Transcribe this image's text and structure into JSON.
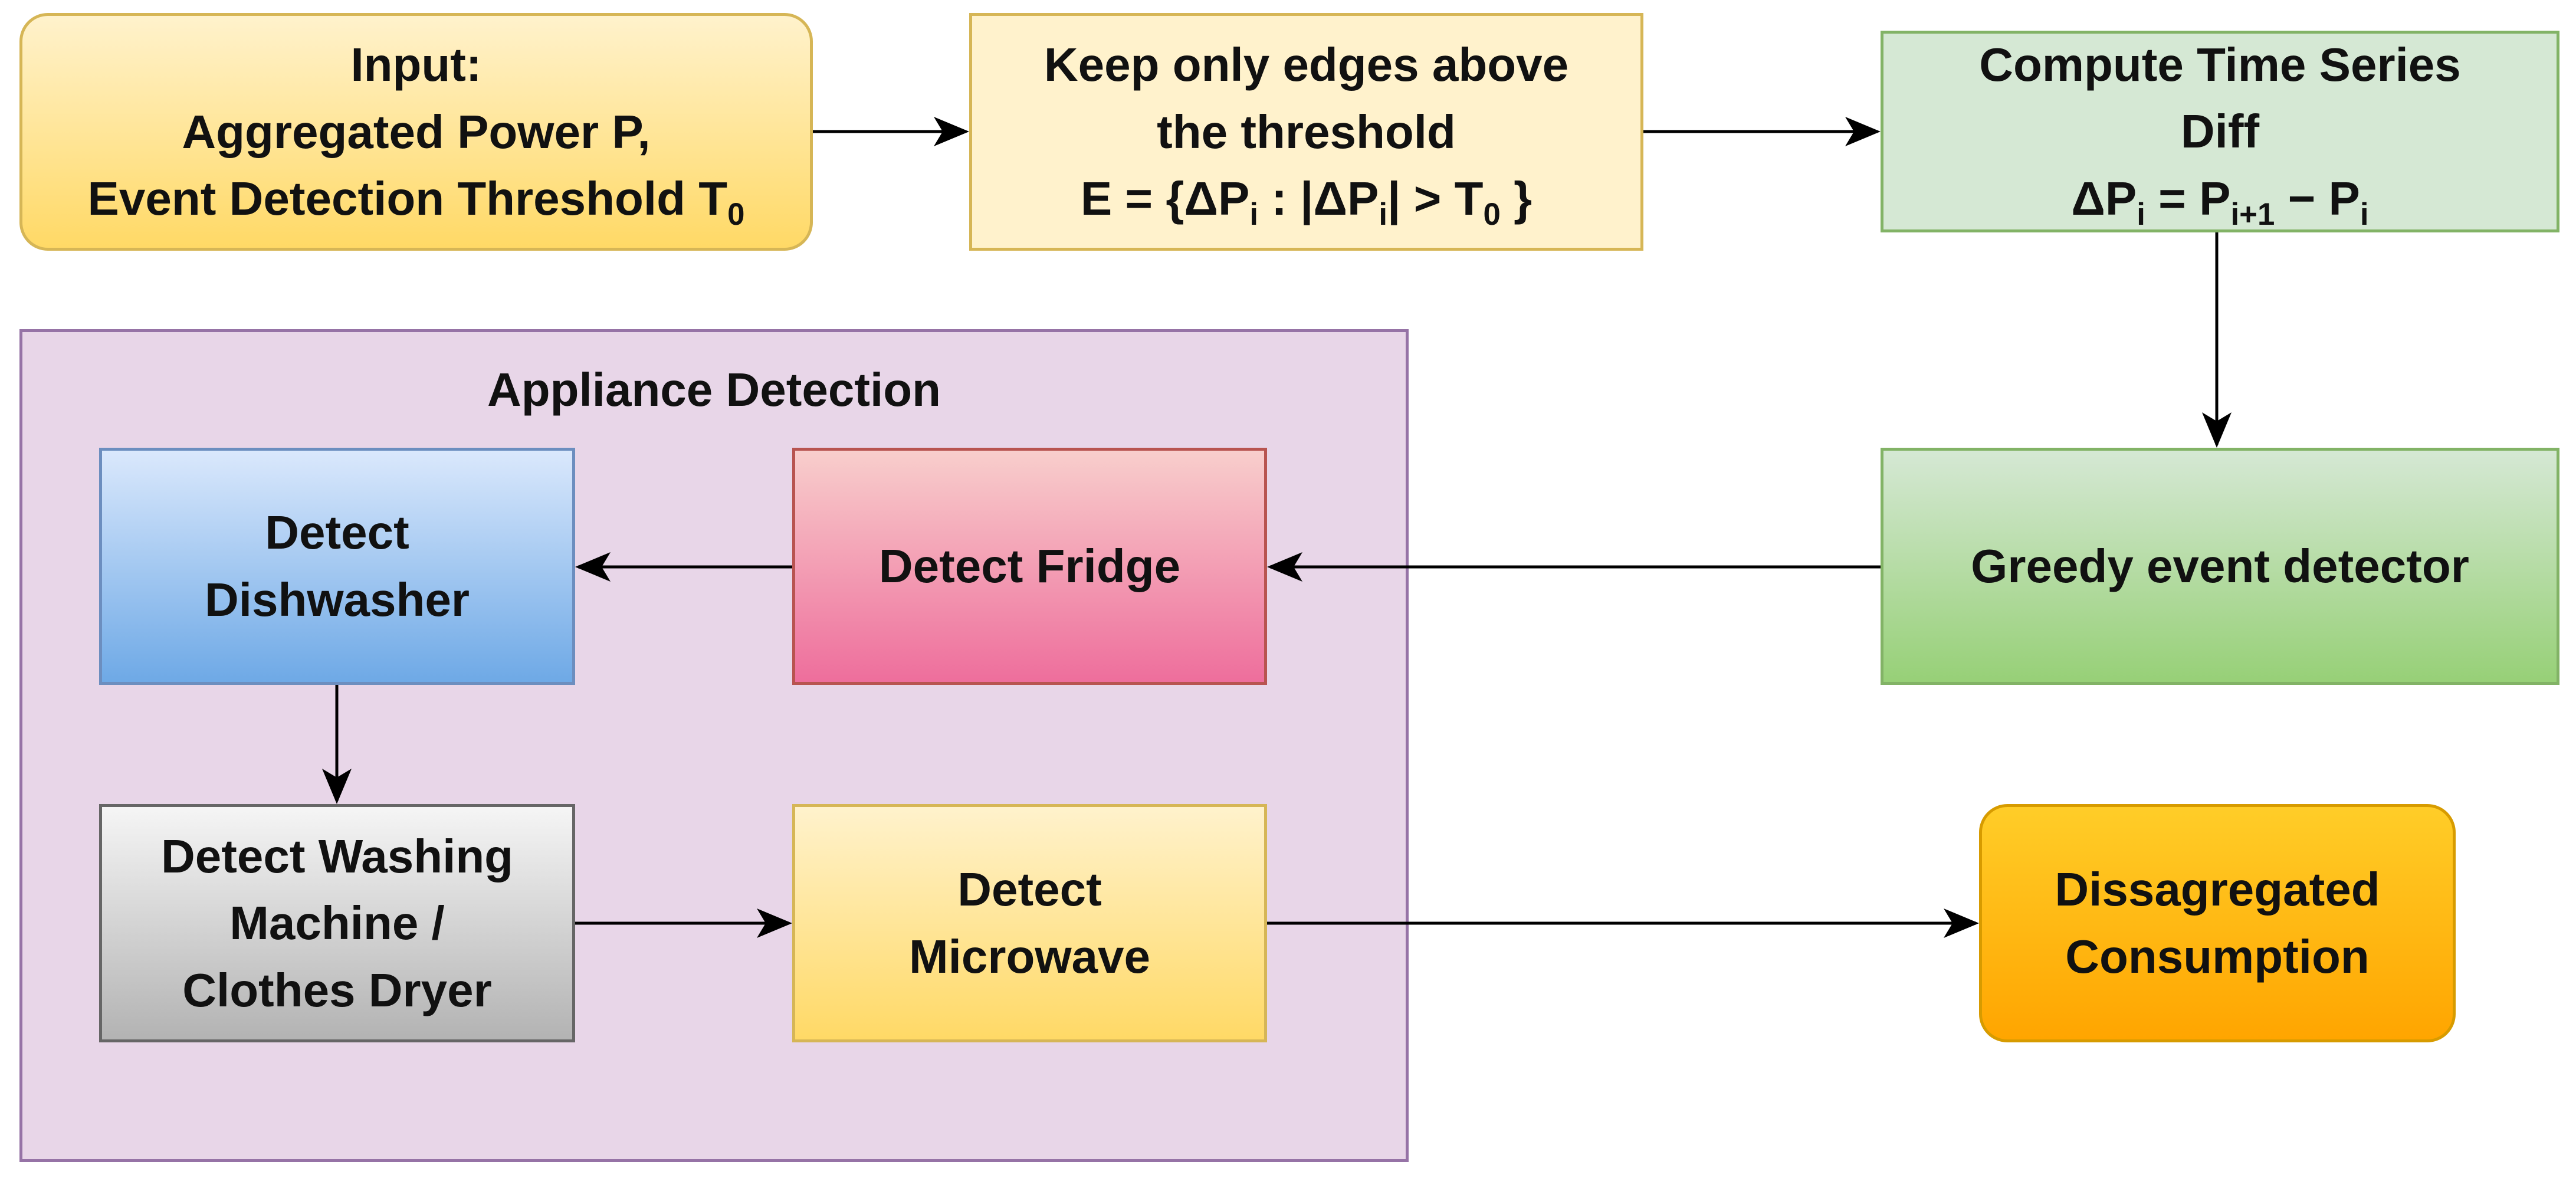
{
  "diagram": {
    "nodes": {
      "input": {
        "line1": "Input:",
        "line2": "Aggregated Power P,",
        "line3_prefix": "Event Detection Threshold T",
        "line3_sub": "0"
      },
      "keep_edges": {
        "line1": "Keep only edges above",
        "line2": "the threshold",
        "formula": {
          "part1": "E = {ΔP",
          "sub1": "i",
          "part2": " : |ΔP",
          "sub2": "i",
          "part3": "| > T",
          "sub3": "0",
          "part4": " }"
        }
      },
      "compute_diff": {
        "line1": "Compute Time Series",
        "line2": "Diff",
        "formula": {
          "part1": "ΔP",
          "sub1": "i",
          "part2": " = P",
          "sub2": "i+1",
          "part3": " − P",
          "sub3": "i"
        }
      },
      "greedy": {
        "label": "Greedy event detector"
      },
      "group": {
        "title": "Appliance Detection"
      },
      "fridge": {
        "label": "Detect Fridge"
      },
      "dishwasher": {
        "line1": "Detect",
        "line2": "Dishwasher"
      },
      "washing": {
        "line1": "Detect Washing",
        "line2": "Machine /",
        "line3": "Clothes Dryer"
      },
      "microwave": {
        "line1": "Detect",
        "line2": "Microwave"
      },
      "output": {
        "line1": "Dissagregated",
        "line2": "Consumption"
      }
    },
    "edges": [
      {
        "from": "input",
        "to": "keep_edges"
      },
      {
        "from": "keep_edges",
        "to": "compute_diff"
      },
      {
        "from": "compute_diff",
        "to": "greedy"
      },
      {
        "from": "greedy",
        "to": "fridge"
      },
      {
        "from": "fridge",
        "to": "dishwasher"
      },
      {
        "from": "dishwasher",
        "to": "washing"
      },
      {
        "from": "washing",
        "to": "microwave"
      },
      {
        "from": "microwave",
        "to": "output"
      }
    ]
  }
}
